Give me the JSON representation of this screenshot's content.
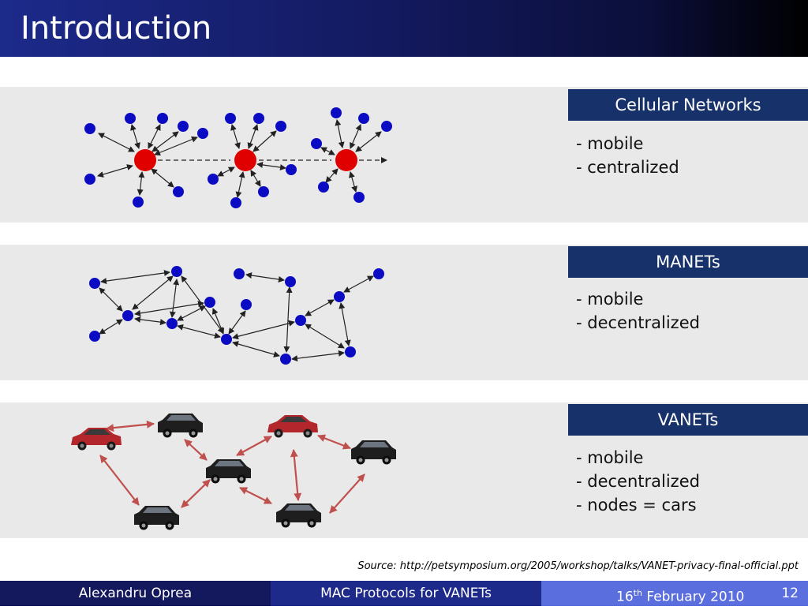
{
  "slide": {
    "title": "Introduction",
    "sections": [
      {
        "heading": "Cellular Networks",
        "lines": [
          "- mobile",
          "- centralized"
        ]
      },
      {
        "heading": "MANETs",
        "lines": [
          "- mobile",
          "- decentralized"
        ]
      },
      {
        "heading": "VANETs",
        "lines": [
          "- mobile",
          "- decentralized",
          "- nodes = cars"
        ]
      }
    ],
    "source": "Source: http://petsymposium.org/2005/workshop/talks/VANET-privacy-final-official.ppt"
  },
  "footer": {
    "author": "Alexandru Oprea",
    "presentation_title": "MAC Protocols for VANETs",
    "date_day": "16",
    "date_suffix": "th",
    "date_rest": " February 2010",
    "page_number": "12"
  },
  "colors": {
    "node_blue": "#0b0bc4",
    "node_red": "#e00000",
    "arrow_red": "#c0504d",
    "header_navy": "#17326b",
    "band_gray": "#e9e9e9"
  }
}
